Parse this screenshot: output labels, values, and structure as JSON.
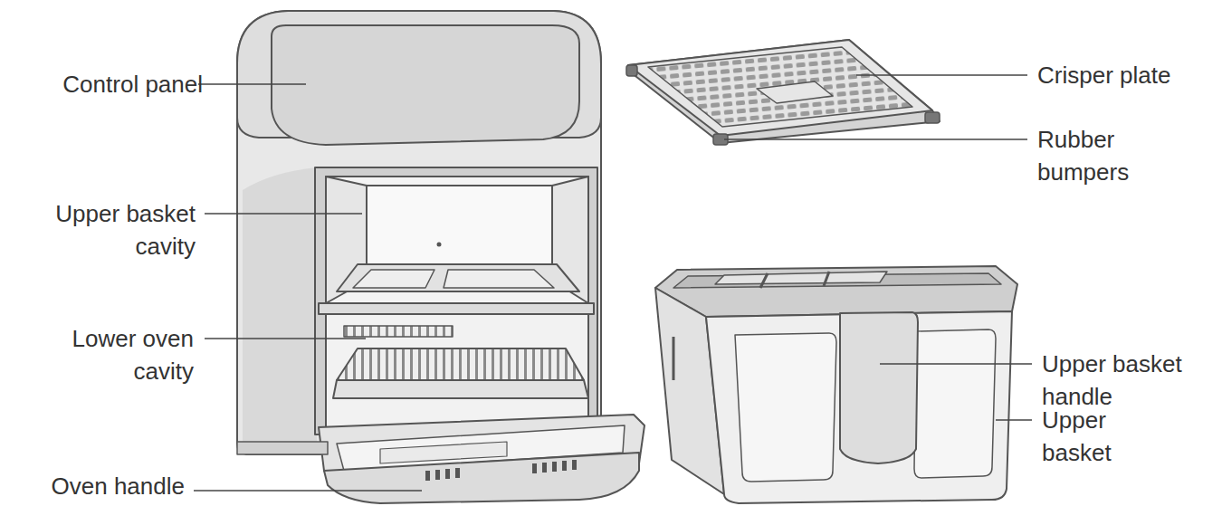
{
  "diagram": {
    "labels": [
      "Control panel",
      "Upper basket cavity",
      "Lower oven cavity",
      "Oven handle",
      "Crisper plate",
      "Rubber bumpers",
      "Upper basket handle",
      "Upper basket"
    ]
  }
}
